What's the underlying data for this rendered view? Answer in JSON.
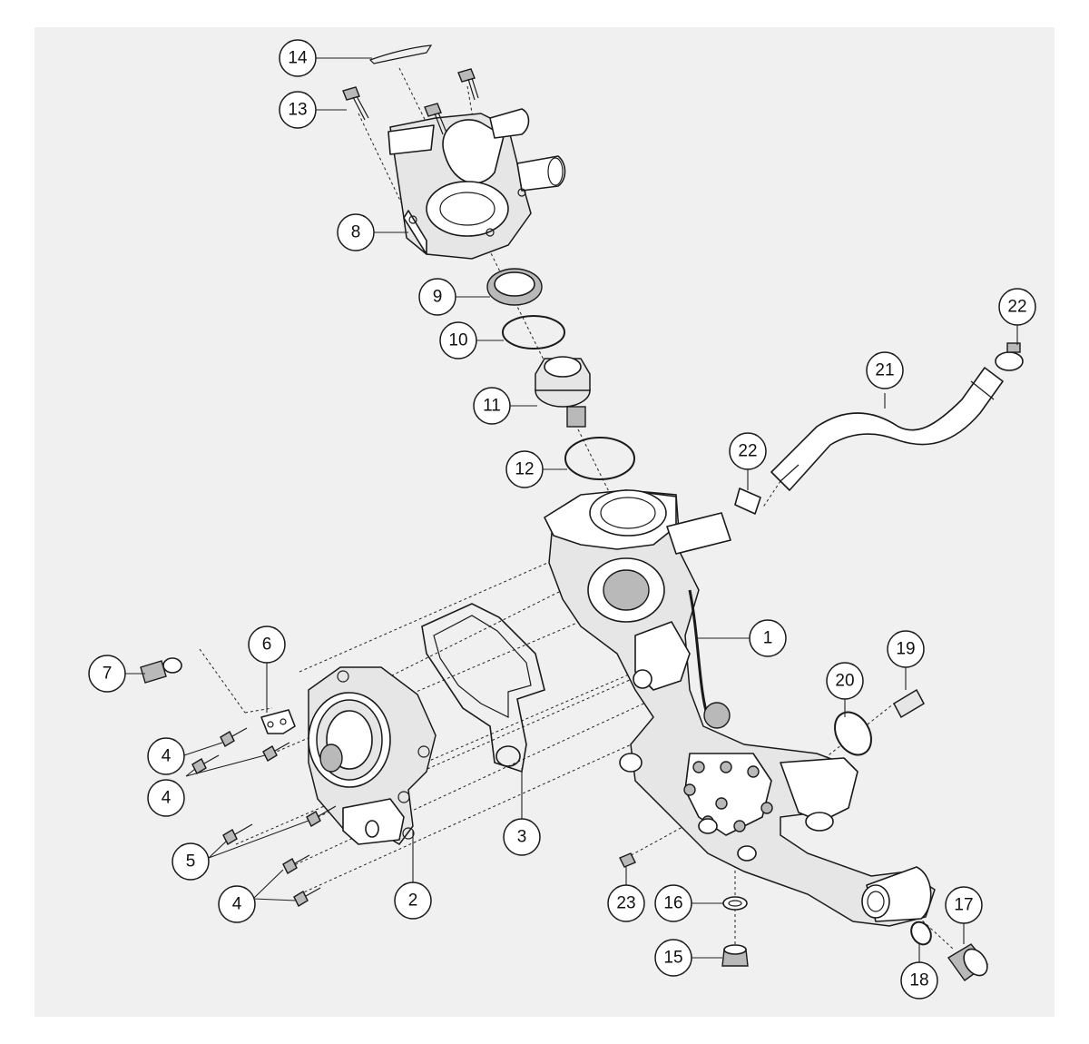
{
  "diagram": {
    "callouts": [
      {
        "key": "c1",
        "label": "1"
      },
      {
        "key": "c2",
        "label": "2"
      },
      {
        "key": "c3",
        "label": "3"
      },
      {
        "key": "c4a",
        "label": "4"
      },
      {
        "key": "c4b",
        "label": "4"
      },
      {
        "key": "c4c",
        "label": "4"
      },
      {
        "key": "c5",
        "label": "5"
      },
      {
        "key": "c6",
        "label": "6"
      },
      {
        "key": "c7",
        "label": "7"
      },
      {
        "key": "c8",
        "label": "8"
      },
      {
        "key": "c9",
        "label": "9"
      },
      {
        "key": "c10",
        "label": "10"
      },
      {
        "key": "c11",
        "label": "11"
      },
      {
        "key": "c12",
        "label": "12"
      },
      {
        "key": "c13",
        "label": "13"
      },
      {
        "key": "c14",
        "label": "14"
      },
      {
        "key": "c15",
        "label": "15"
      },
      {
        "key": "c16",
        "label": "16"
      },
      {
        "key": "c17",
        "label": "17"
      },
      {
        "key": "c18",
        "label": "18"
      },
      {
        "key": "c19",
        "label": "19"
      },
      {
        "key": "c20",
        "label": "20"
      },
      {
        "key": "c21",
        "label": "21"
      },
      {
        "key": "c22a",
        "label": "22"
      },
      {
        "key": "c22b",
        "label": "22"
      },
      {
        "key": "c23",
        "label": "23"
      }
    ]
  }
}
